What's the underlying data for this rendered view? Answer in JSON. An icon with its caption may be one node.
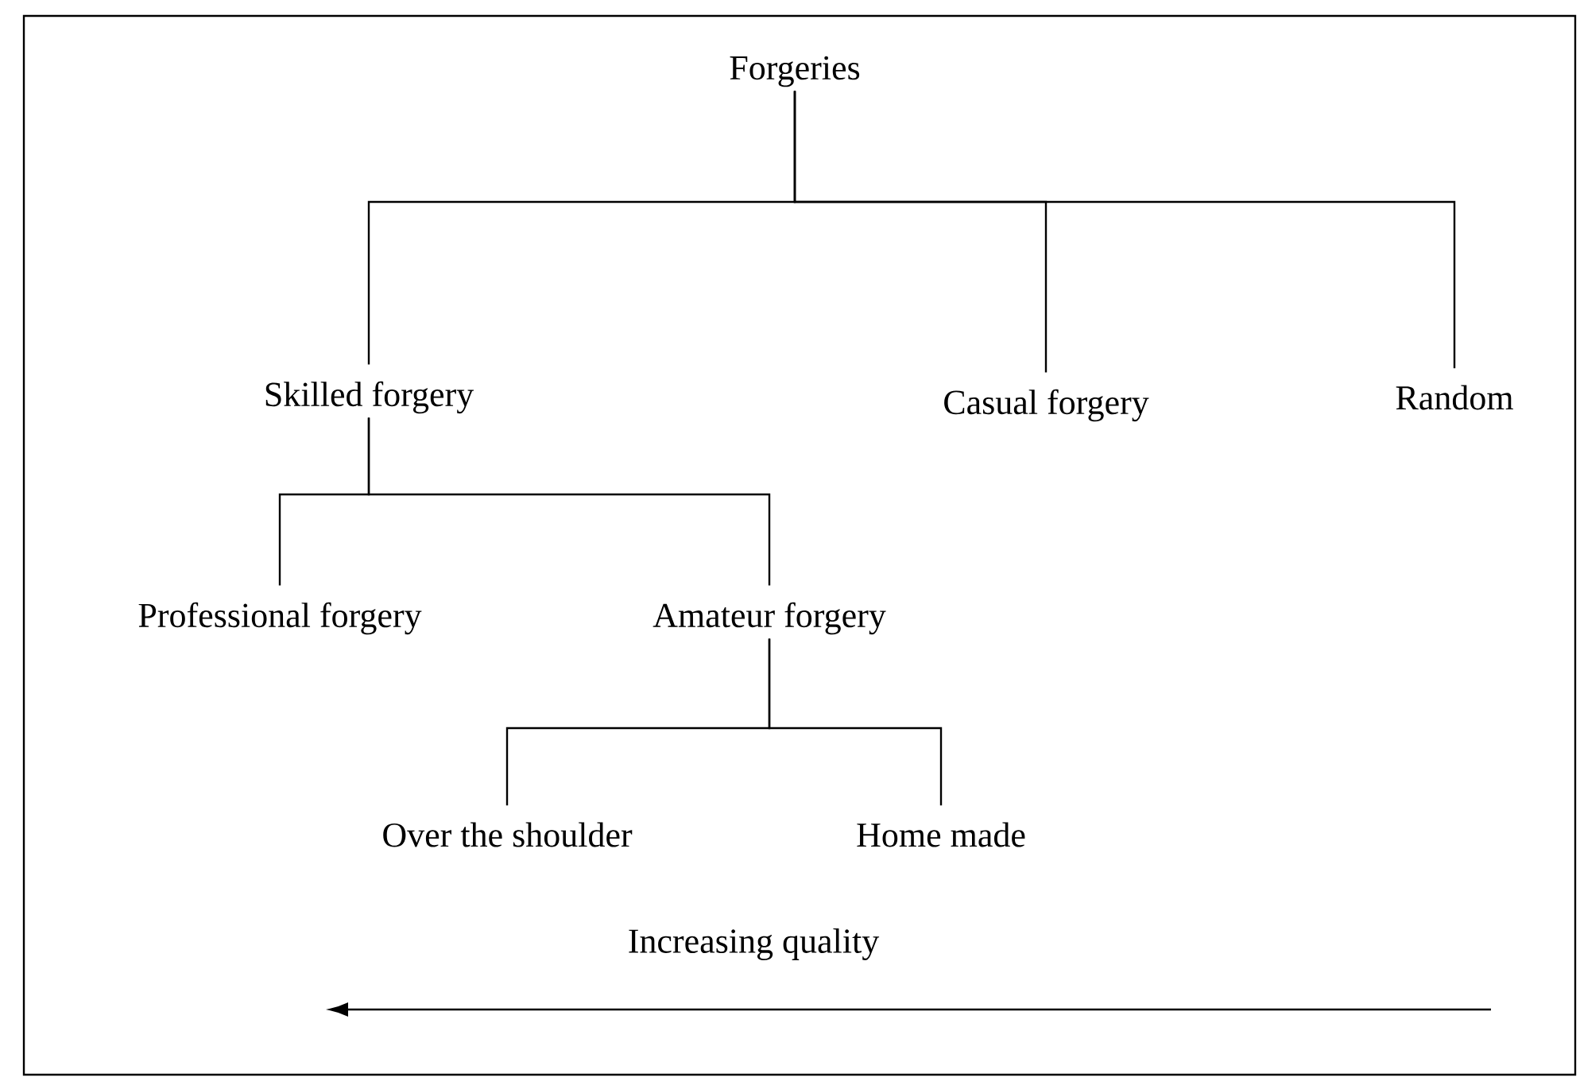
{
  "diagram": {
    "nodes": [
      {
        "text": [
          "Forgeries"
        ]
      },
      {
        "text": [
          "Skilled forgery"
        ]
      },
      {
        "text": [
          "Casual forgery"
        ]
      },
      {
        "text": [
          "Random"
        ]
      },
      {
        "text": [
          "Professional forgery"
        ]
      },
      {
        "text": [
          "Amateur forgery"
        ]
      },
      {
        "text": [
          "Over the shoulder"
        ]
      },
      {
        "text": [
          "Home made"
        ]
      }
    ],
    "edges": [
      {
        "from": 0,
        "to": 1,
        "arrow": "none"
      },
      {
        "from": 0,
        "to": 2,
        "arrow": "none"
      },
      {
        "from": 0,
        "to": 3,
        "arrow": "none"
      },
      {
        "from": 1,
        "to": 4,
        "arrow": "none"
      },
      {
        "from": 1,
        "to": 5,
        "arrow": "none"
      },
      {
        "from": 5,
        "to": 6,
        "arrow": "none"
      },
      {
        "from": 5,
        "to": 7,
        "arrow": "none"
      }
    ],
    "labels": [
      "Increasing quality"
    ]
  }
}
